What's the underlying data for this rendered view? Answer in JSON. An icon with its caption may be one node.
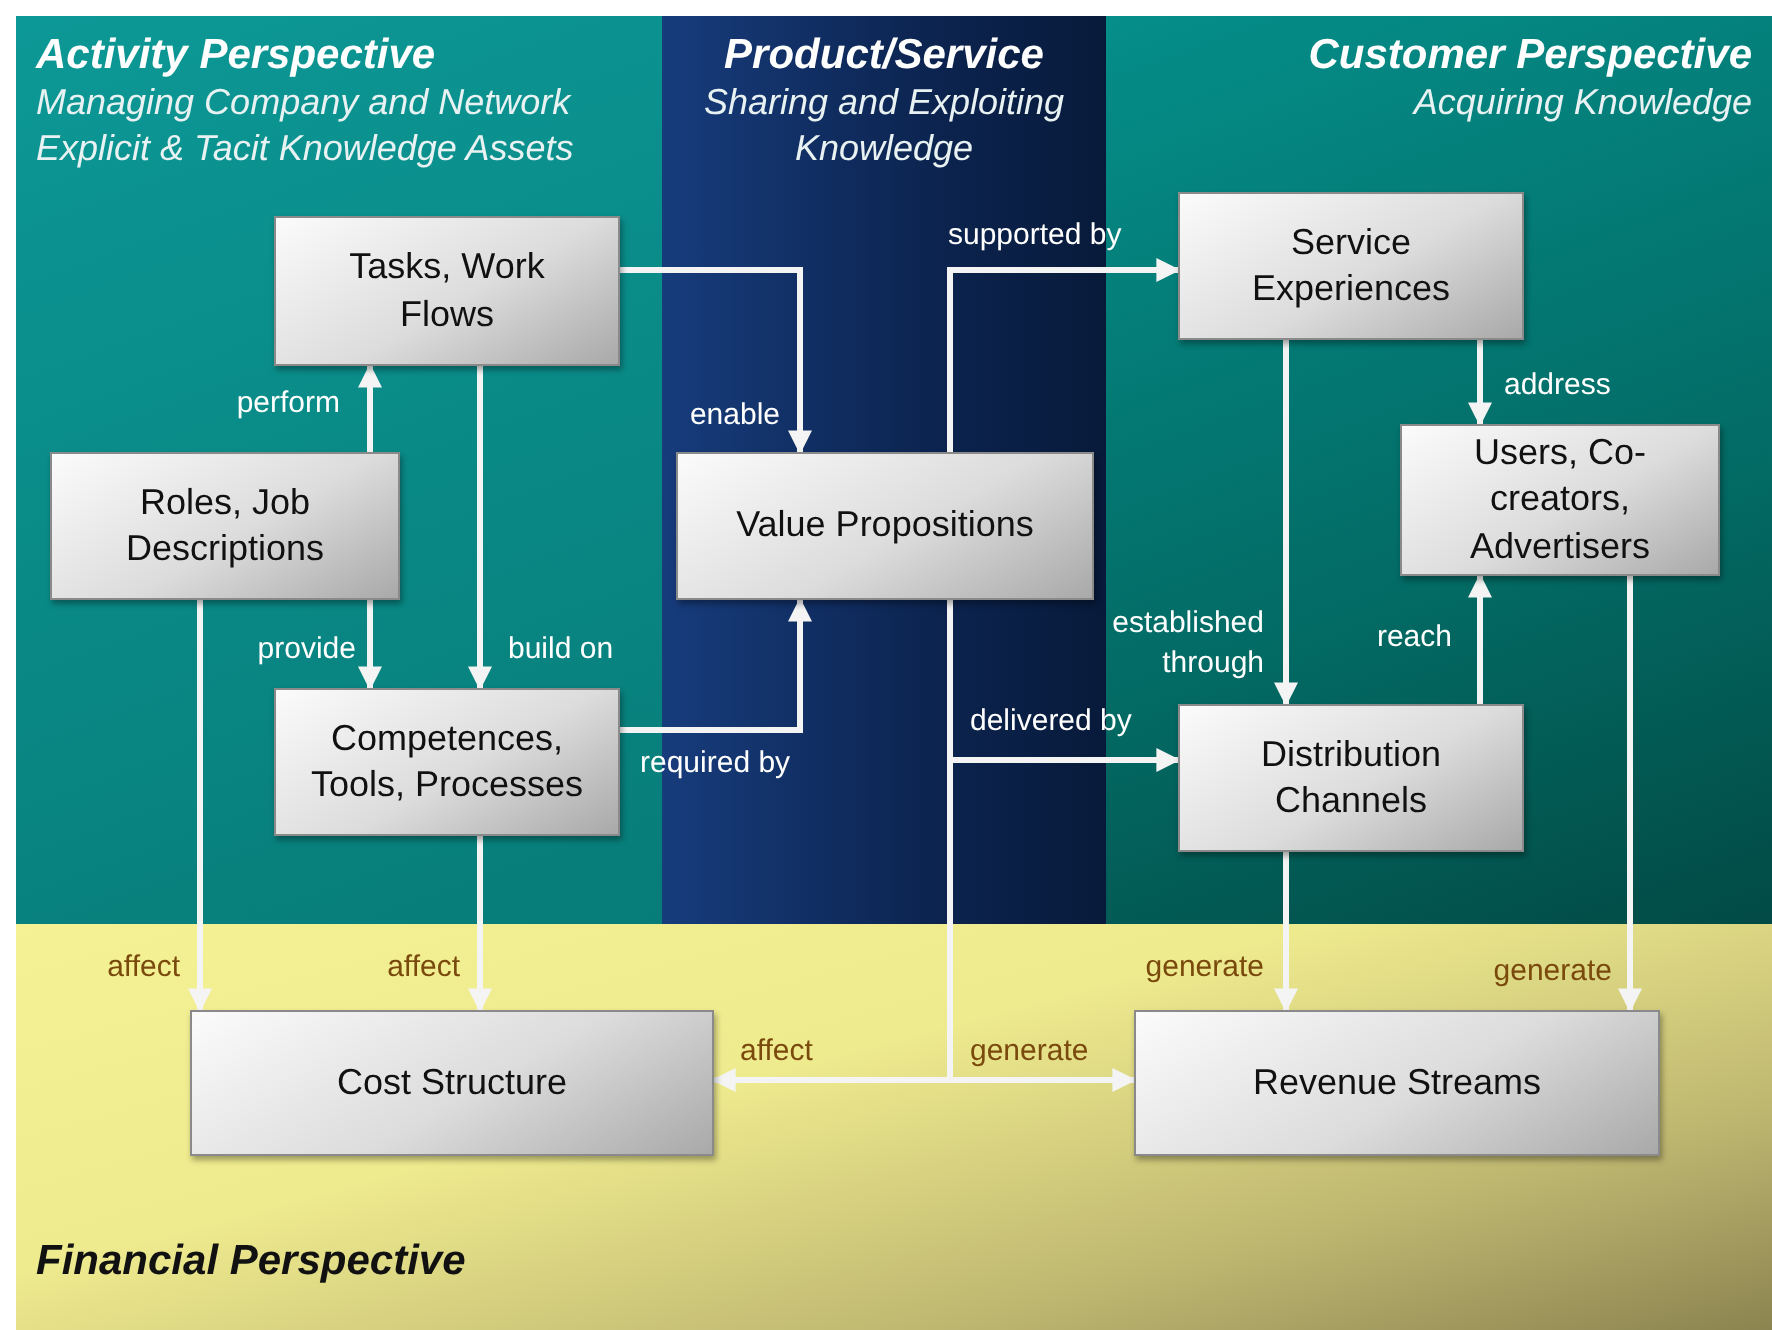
{
  "diagram": {
    "nodes": [
      {
        "text": [
          "Activity Perspective",
          "Managing Company and Network Explicit & Tacit Knowledge Assets"
        ]
      },
      {
        "text": [
          "Product/Service",
          "Sharing and Exploiting Knowledge"
        ]
      },
      {
        "text": [
          "Customer Perspective",
          "Acquiring Knowledge"
        ]
      },
      {
        "text": [
          "Tasks, Work Flows"
        ],
        "in": 0
      },
      {
        "text": [
          "Roles, Job Descriptions"
        ],
        "in": 0
      },
      {
        "text": [
          "Competences, Tools, Processes"
        ],
        "in": 0
      },
      {
        "text": [
          "Value Propositions"
        ],
        "in": 1
      },
      {
        "text": [
          "Service Experiences"
        ],
        "in": 2
      },
      {
        "text": [
          "Users, Co-creators, Advertisers"
        ],
        "in": 2
      },
      {
        "text": [
          "Distribution Channels"
        ],
        "in": 2
      },
      {
        "text": [
          "Financial Perspective"
        ]
      },
      {
        "text": [
          "Cost Structure"
        ],
        "in": 10
      },
      {
        "text": [
          "Revenue Streams"
        ],
        "in": 10
      }
    ],
    "edges": [
      {
        "from": 4,
        "to": 3,
        "arrow": "to",
        "label": "perform"
      },
      {
        "from": 4,
        "to": 5,
        "arrow": "to",
        "label": "provide"
      },
      {
        "from": 3,
        "to": 5,
        "arrow": "to",
        "label": "build on"
      },
      {
        "from": 3,
        "to": 6,
        "arrow": "to",
        "label": "enable"
      },
      {
        "from": 5,
        "to": 6,
        "arrow": "to",
        "label": "required by"
      },
      {
        "from": 6,
        "to": 7,
        "arrow": "to",
        "label": "supported by"
      },
      {
        "from": 6,
        "to": 9,
        "arrow": "to",
        "label": "delivered by"
      },
      {
        "from": 6,
        "to": 11,
        "arrow": "to",
        "label": "affect"
      },
      {
        "from": 6,
        "to": 12,
        "arrow": "to",
        "label": "generate"
      },
      {
        "from": 7,
        "to": 8,
        "arrow": "to",
        "label": "address"
      },
      {
        "from": 7,
        "to": 9,
        "arrow": "to",
        "label": "established through"
      },
      {
        "from": 9,
        "to": 8,
        "arrow": "to",
        "label": "reach"
      },
      {
        "from": 4,
        "to": 11,
        "arrow": "to",
        "label": "affect"
      },
      {
        "from": 5,
        "to": 11,
        "arrow": "to",
        "label": "affect"
      },
      {
        "from": 9,
        "to": 12,
        "arrow": "to",
        "label": "generate"
      },
      {
        "from": 8,
        "to": 12,
        "arrow": "to",
        "label": "generate"
      }
    ]
  }
}
